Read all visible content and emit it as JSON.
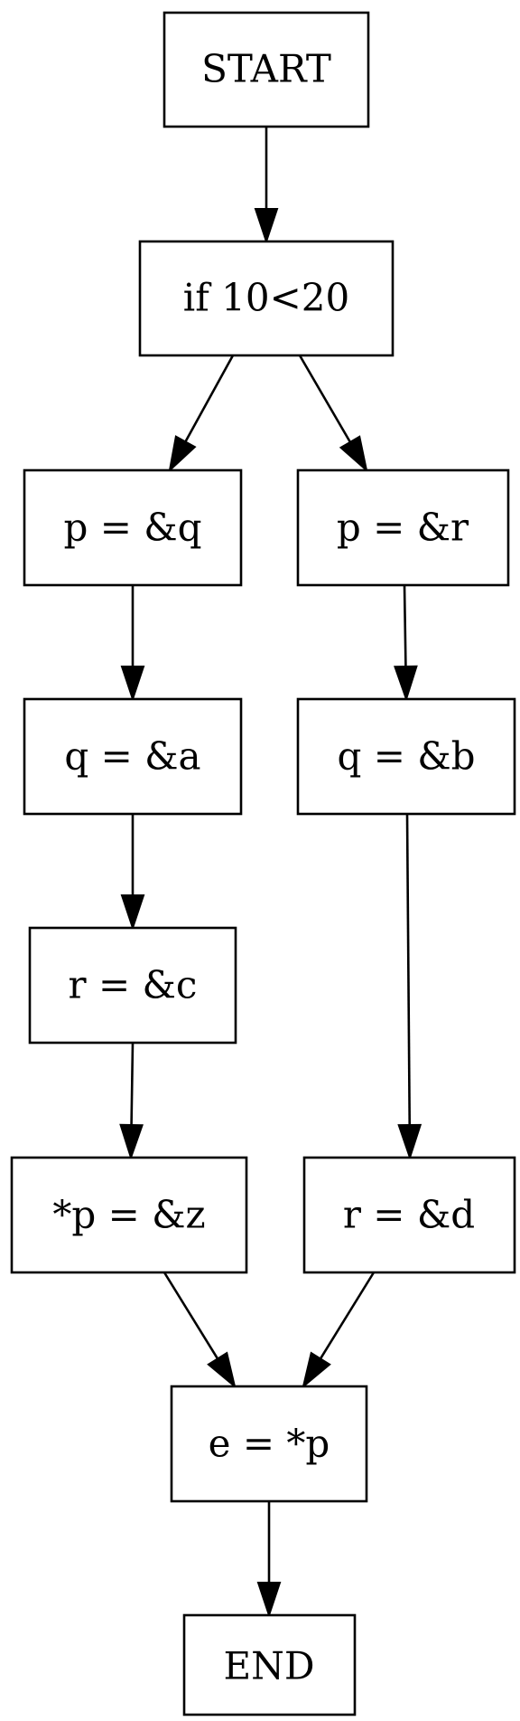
{
  "nodes": {
    "start": "START",
    "cond": "if 10<20",
    "p_q": "p = &q",
    "p_r": "p = &r",
    "q_a": "q = &a",
    "q_b": "q = &b",
    "r_c": "r = &c",
    "star_p_z": "*p = &z",
    "r_d": "r = &d",
    "e_p": "e = *p",
    "end": "END"
  },
  "edges": [
    {
      "from": "start",
      "to": "cond"
    },
    {
      "from": "cond",
      "to": "p_q"
    },
    {
      "from": "cond",
      "to": "p_r"
    },
    {
      "from": "p_q",
      "to": "q_a"
    },
    {
      "from": "p_r",
      "to": "q_b"
    },
    {
      "from": "q_a",
      "to": "r_c"
    },
    {
      "from": "r_c",
      "to": "star_p_z"
    },
    {
      "from": "q_b",
      "to": "r_d"
    },
    {
      "from": "star_p_z",
      "to": "e_p"
    },
    {
      "from": "r_d",
      "to": "e_p"
    },
    {
      "from": "e_p",
      "to": "end"
    }
  ]
}
